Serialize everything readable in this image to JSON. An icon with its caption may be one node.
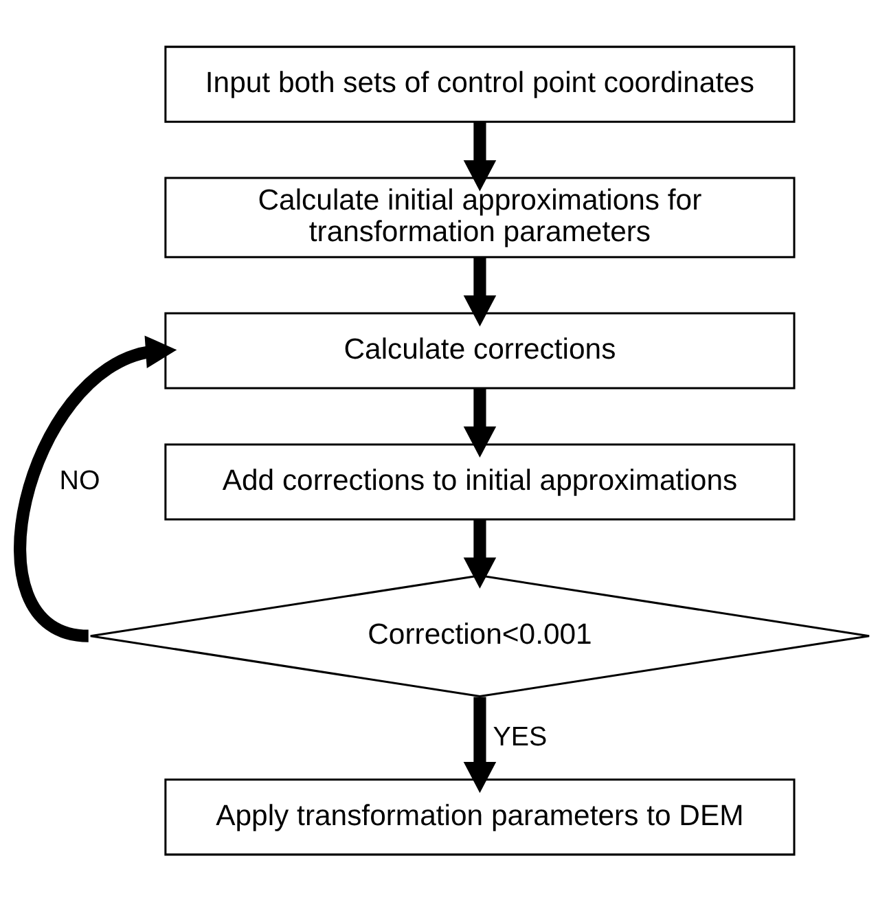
{
  "diagram": {
    "nodes": [
      {
        "text": [
          "Input both sets of control point coordinates"
        ]
      },
      {
        "text": [
          "Calculate initial approximations for transformation parameters"
        ]
      },
      {
        "text": [
          "Calculate corrections"
        ]
      },
      {
        "text": [
          "Add corrections to initial approximations"
        ]
      },
      {
        "text": [
          "Correction<0.001"
        ]
      },
      {
        "text": [
          "Apply transformation parameters to DEM"
        ]
      }
    ],
    "edges": [
      {
        "from": 0,
        "to": 1,
        "arrow": "to"
      },
      {
        "from": 1,
        "to": 2,
        "arrow": "to"
      },
      {
        "from": 2,
        "to": 3,
        "arrow": "to"
      },
      {
        "from": 3,
        "to": 4,
        "arrow": "to"
      },
      {
        "from": 4,
        "to": 5,
        "arrow": "to",
        "label": "YES"
      },
      {
        "from": 4,
        "to": 2,
        "arrow": "to",
        "label": "NO"
      }
    ]
  }
}
